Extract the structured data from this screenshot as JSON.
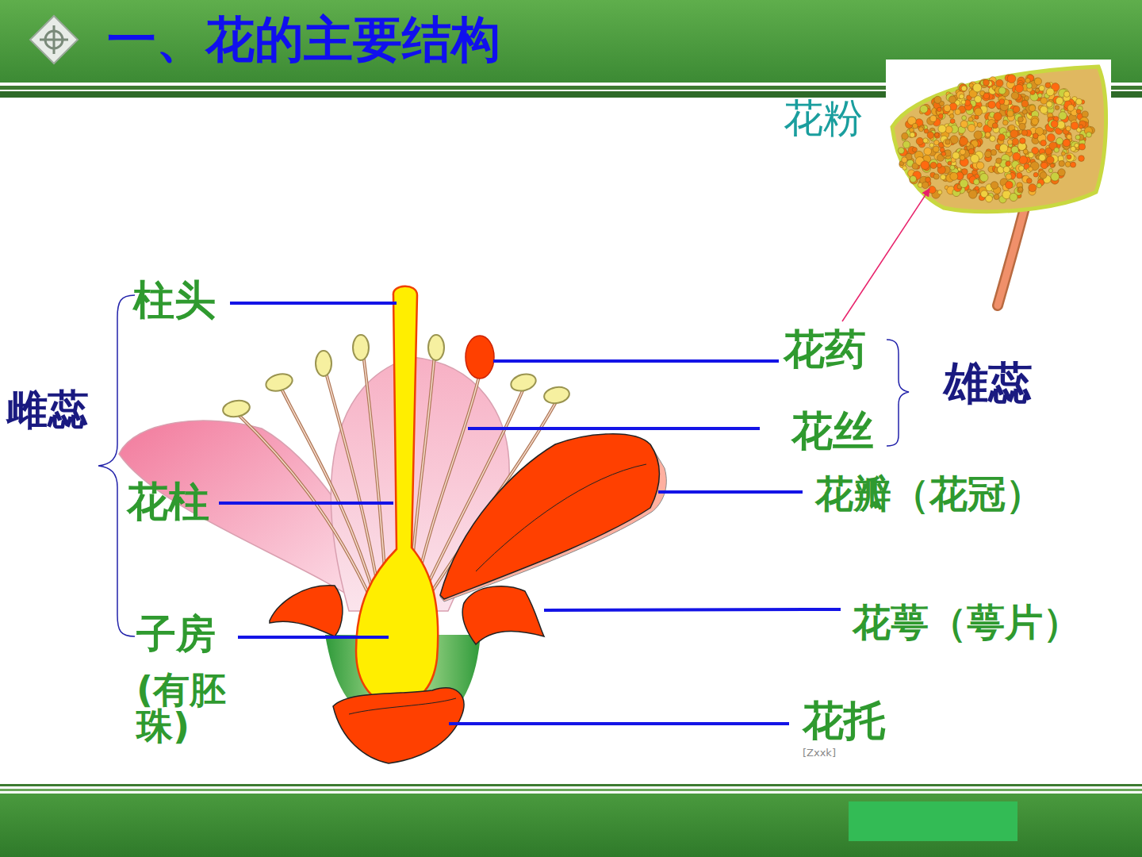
{
  "diagram": {
    "title": "一、花的主要结构",
    "labels": [
      "花粉",
      "柱头",
      "雌蕊",
      "花柱",
      "子房",
      "(有胚珠)",
      "花药",
      "花丝",
      "雄蕊",
      "花瓣（花冠）",
      "花萼（萼片）",
      "花托",
      "[Zxxk]"
    ]
  }
}
